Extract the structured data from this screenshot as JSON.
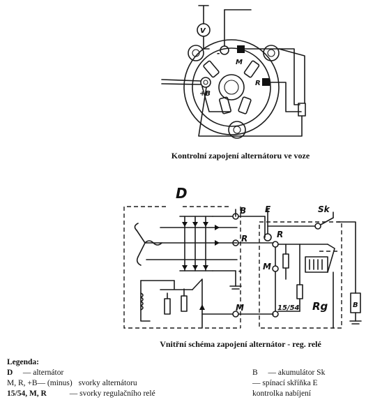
{
  "top_figure": {
    "caption": "Kontrolní zapojení alternátoru ve voze",
    "labels": {
      "voltmeter": "V",
      "minus": "-",
      "m": "M",
      "plus_b": "+B",
      "r": "R"
    }
  },
  "bottom_figure": {
    "caption": "Vnitřní schéma zapojení alternátor - reg. relé",
    "labels": {
      "d": "D",
      "b": "B",
      "e": "E",
      "sk": "Sk",
      "r_alt": "R",
      "r_reg": "R",
      "m_reg": "M",
      "m_alt": "M",
      "t1554": "15/54",
      "rg": "Rg",
      "batt": "B",
      "minus": "-"
    }
  },
  "legend": {
    "title": "Legenda:",
    "left": [
      {
        "key": "D",
        "text": "— alternátor"
      },
      {
        "key": "M, R, +B— (minus)",
        "text": "svorky alternátoru"
      },
      {
        "key": "15/54, M, R",
        "text": "— svorky regulačního relé"
      }
    ],
    "right": [
      {
        "key": "B",
        "text": "— akumulátor Sk"
      },
      {
        "text": "— spínací skříňka E"
      },
      {
        "text": "kontrolka nabíjení"
      }
    ]
  }
}
